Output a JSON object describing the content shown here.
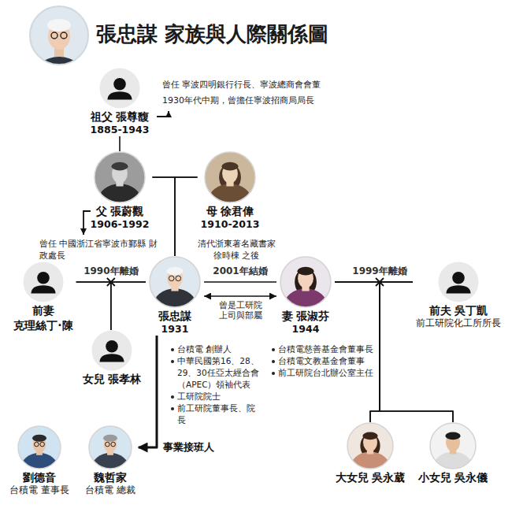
{
  "diagram": {
    "title": "張忠謀 家族與人際關係圖",
    "nodes": [
      {
        "text": [
          "祖父 張尊馥",
          "1885-1943"
        ]
      },
      {
        "text": [
          "父 張蔚觀",
          "1906-1992"
        ]
      },
      {
        "text": [
          "母 徐君偉",
          "1910-2013"
        ]
      },
      {
        "text": [
          "前妻",
          "克理絲丁·陳"
        ]
      },
      {
        "text": [
          "張忠謀",
          "1931"
        ]
      },
      {
        "text": [
          "妻 張淑芬",
          "1944"
        ]
      },
      {
        "text": [
          "前夫 吳丁凱",
          "前工研院化工所所長"
        ]
      },
      {
        "text": [
          "女兒 張孝林"
        ]
      },
      {
        "text": [
          "劉德音",
          "台積電 董事長"
        ]
      },
      {
        "text": [
          "魏哲家",
          "台積電 總裁"
        ]
      },
      {
        "text": [
          "大女兒 吳永葳"
        ]
      },
      {
        "text": [
          "小女兒 吳永儀"
        ]
      }
    ],
    "edges": [
      {
        "from": 0,
        "to": 1,
        "arrow": "none"
      },
      {
        "from": 1,
        "to": 2,
        "arrow": "none"
      },
      {
        "from": 1,
        "to": 4,
        "arrow": "none"
      },
      {
        "from": 2,
        "to": 4,
        "arrow": "none"
      },
      {
        "from": 3,
        "to": 4,
        "label": "1990年離婚",
        "arrow": "none"
      },
      {
        "from": 3,
        "to": 7,
        "arrow": "none"
      },
      {
        "from": 4,
        "to": 7,
        "arrow": "none"
      },
      {
        "from": 4,
        "to": 5,
        "label": "2001年結婚",
        "arrow": "none"
      },
      {
        "from": 4,
        "to": 5,
        "label": "曾是工研院上司與部屬",
        "arrow": "both"
      },
      {
        "from": 5,
        "to": 6,
        "label": "1999年離婚",
        "arrow": "none"
      },
      {
        "from": 5,
        "to": 10,
        "arrow": "none"
      },
      {
        "from": 6,
        "to": 10,
        "arrow": "none"
      },
      {
        "from": 5,
        "to": 11,
        "arrow": "none"
      },
      {
        "from": 6,
        "to": 11,
        "arrow": "none"
      },
      {
        "from": 4,
        "to": 9,
        "label": "事業接班人",
        "arrow": "to"
      }
    ],
    "labels": [
      "曾任 寧波四明銀行行長、寧波總商會會董",
      "1930年代中期，曾擔任寧波招商局局長",
      "曾任 中國浙江省寧波市鄞縣 財政處長",
      "清代浙東著名藏書家 徐時棟 之後",
      "台積電 創辦人",
      "中華民國第16、28、29、30任亞太經合會（APEC）領袖代表",
      "工研院院士",
      "前工研院董事長、院長",
      "台積電慈善基金會董事長",
      "台積電文教基金會董事",
      "前工研院台北辦公室主任"
    ]
  }
}
